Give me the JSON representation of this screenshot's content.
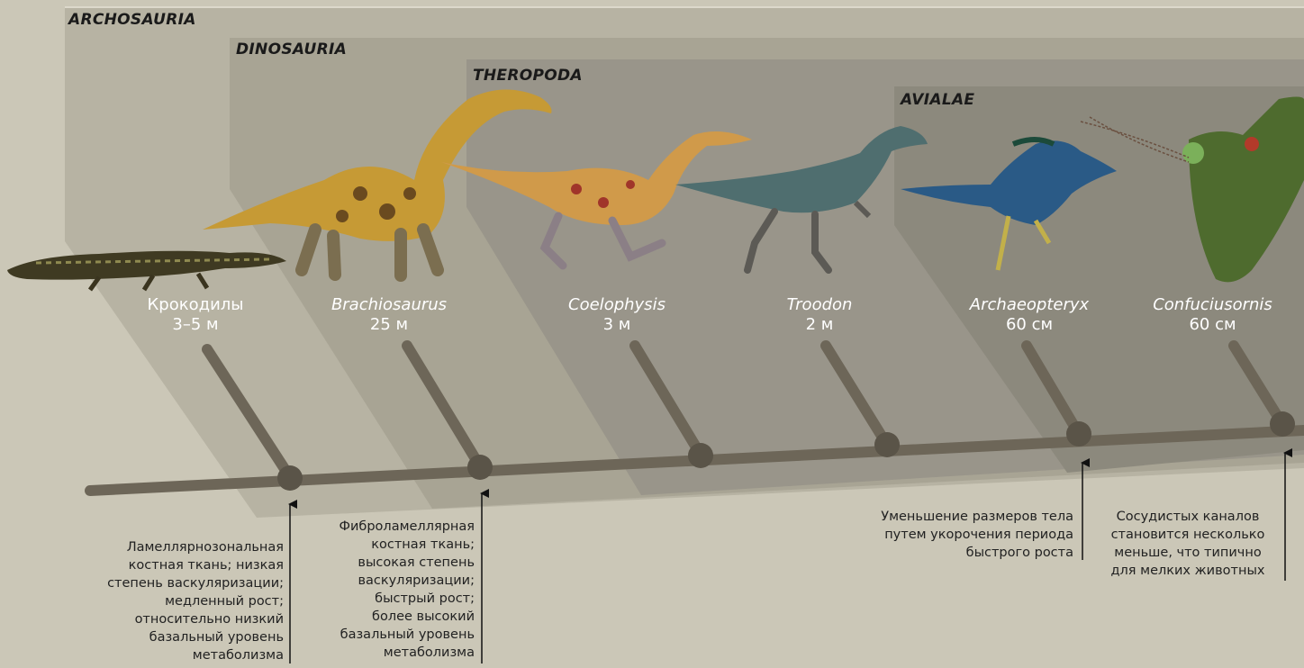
{
  "clades": [
    {
      "id": "archosauria",
      "label": "ARCHOSAURIA"
    },
    {
      "id": "dinosauria",
      "label": "DINOSAURIA"
    },
    {
      "id": "theropoda",
      "label": "THEROPODA"
    },
    {
      "id": "avialae",
      "label": "AVIALAE"
    }
  ],
  "taxa": [
    {
      "id": "crocodiles",
      "name": "Крокодилы",
      "italic": false,
      "size": "3–5 м",
      "icon": "crocodile-illustration"
    },
    {
      "id": "brachiosaurus",
      "name": "Brachiosaurus",
      "italic": true,
      "size": "25 м",
      "icon": "brachiosaurus-illustration"
    },
    {
      "id": "coelophysis",
      "name": "Coelophysis",
      "italic": true,
      "size": "3 м",
      "icon": "coelophysis-illustration"
    },
    {
      "id": "troodon",
      "name": "Troodon",
      "italic": true,
      "size": "2 м",
      "icon": "troodon-illustration"
    },
    {
      "id": "archaeopteryx",
      "name": "Archaeopteryx",
      "italic": true,
      "size": "60 см",
      "icon": "archaeopteryx-illustration"
    },
    {
      "id": "confuciusornis",
      "name": "Confuciusornis",
      "italic": true,
      "size": "60 см",
      "icon": "confuciusornis-illustration"
    }
  ],
  "notes": [
    {
      "id": "crocodiles",
      "lines": [
        "Ламеллярнозональная",
        "костная ткань; низкая",
        "степень васкуляризации;",
        "медленный рост;",
        "относительно низкий",
        "базальный уровень",
        "метаболизма"
      ]
    },
    {
      "id": "dinosauria",
      "lines": [
        "Фиброламеллярная",
        "костная ткань;",
        "высокая степень",
        "васкуляризации;",
        "быстрый рост;",
        "более высокий",
        "базальный уровень",
        "метаболизма"
      ]
    },
    {
      "id": "archaeopteryx",
      "lines": [
        "Уменьшение размеров тела",
        "путем укорочения периода",
        "быстрого роста"
      ]
    },
    {
      "id": "confuciusornis",
      "lines": [
        "Сосудистых каналов",
        "становится несколько",
        "меньше, что типично",
        "для мелких животных"
      ]
    }
  ],
  "colors": {
    "background": "#cbc7b7",
    "tree_branch": "#6d6658",
    "node": "#5a5448",
    "label_text": "#ffffff",
    "arrow": "#111111"
  }
}
